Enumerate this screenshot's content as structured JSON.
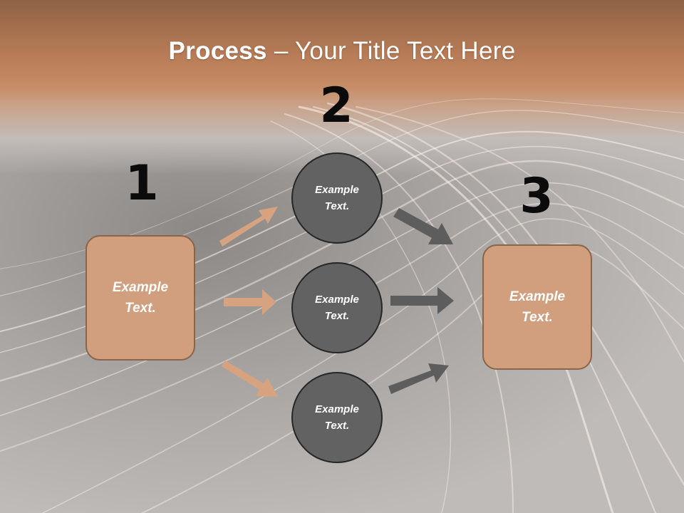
{
  "title": {
    "bold": "Process",
    "rest": " – Your Title Text Here"
  },
  "steps": [
    {
      "number": "1",
      "text": "Example\nText."
    },
    {
      "number": "2",
      "text": ""
    },
    {
      "number": "3",
      "text": "Example\nText."
    }
  ],
  "circles": [
    {
      "text": "Example\nText."
    },
    {
      "text": "Example\nText."
    },
    {
      "text": "Example\nText."
    }
  ],
  "colors": {
    "box_fill": "#d19f7e",
    "box_border": "#8a6549",
    "circle_fill": "#626262",
    "circle_border": "#262626",
    "arrow_left": "#d6a27f",
    "arrow_right": "#5d5d5d"
  }
}
